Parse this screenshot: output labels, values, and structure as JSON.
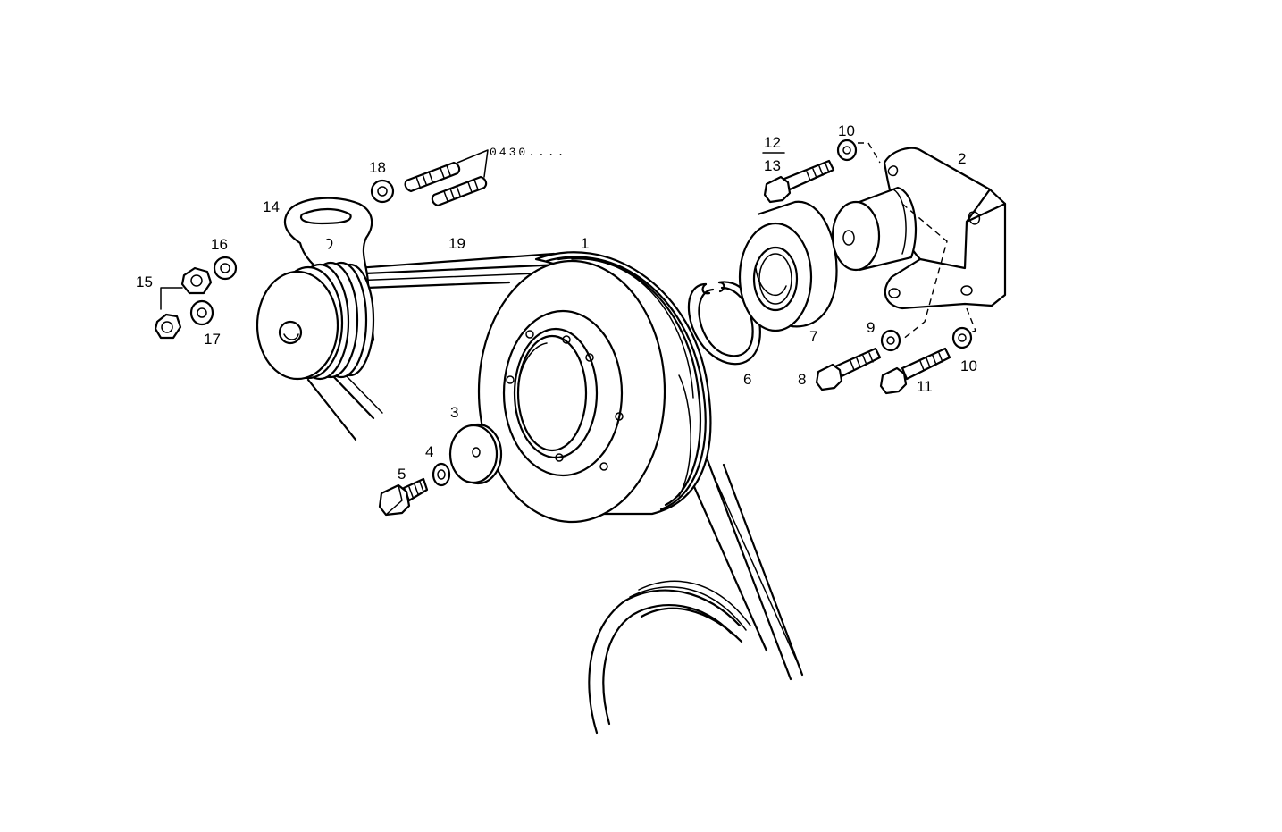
{
  "labels": {
    "p1": "1",
    "p2": "2",
    "p3": "3",
    "p4": "4",
    "p5": "5",
    "p6": "6",
    "p7": "7",
    "p8": "8",
    "p9": "9",
    "p10a": "10",
    "p10b": "10",
    "p11": "11",
    "p12": "12",
    "p13": "13",
    "p14": "14",
    "p15": "15",
    "p16": "16",
    "p17": "17",
    "p18": "18",
    "p19": "19"
  },
  "reference": "0430...."
}
